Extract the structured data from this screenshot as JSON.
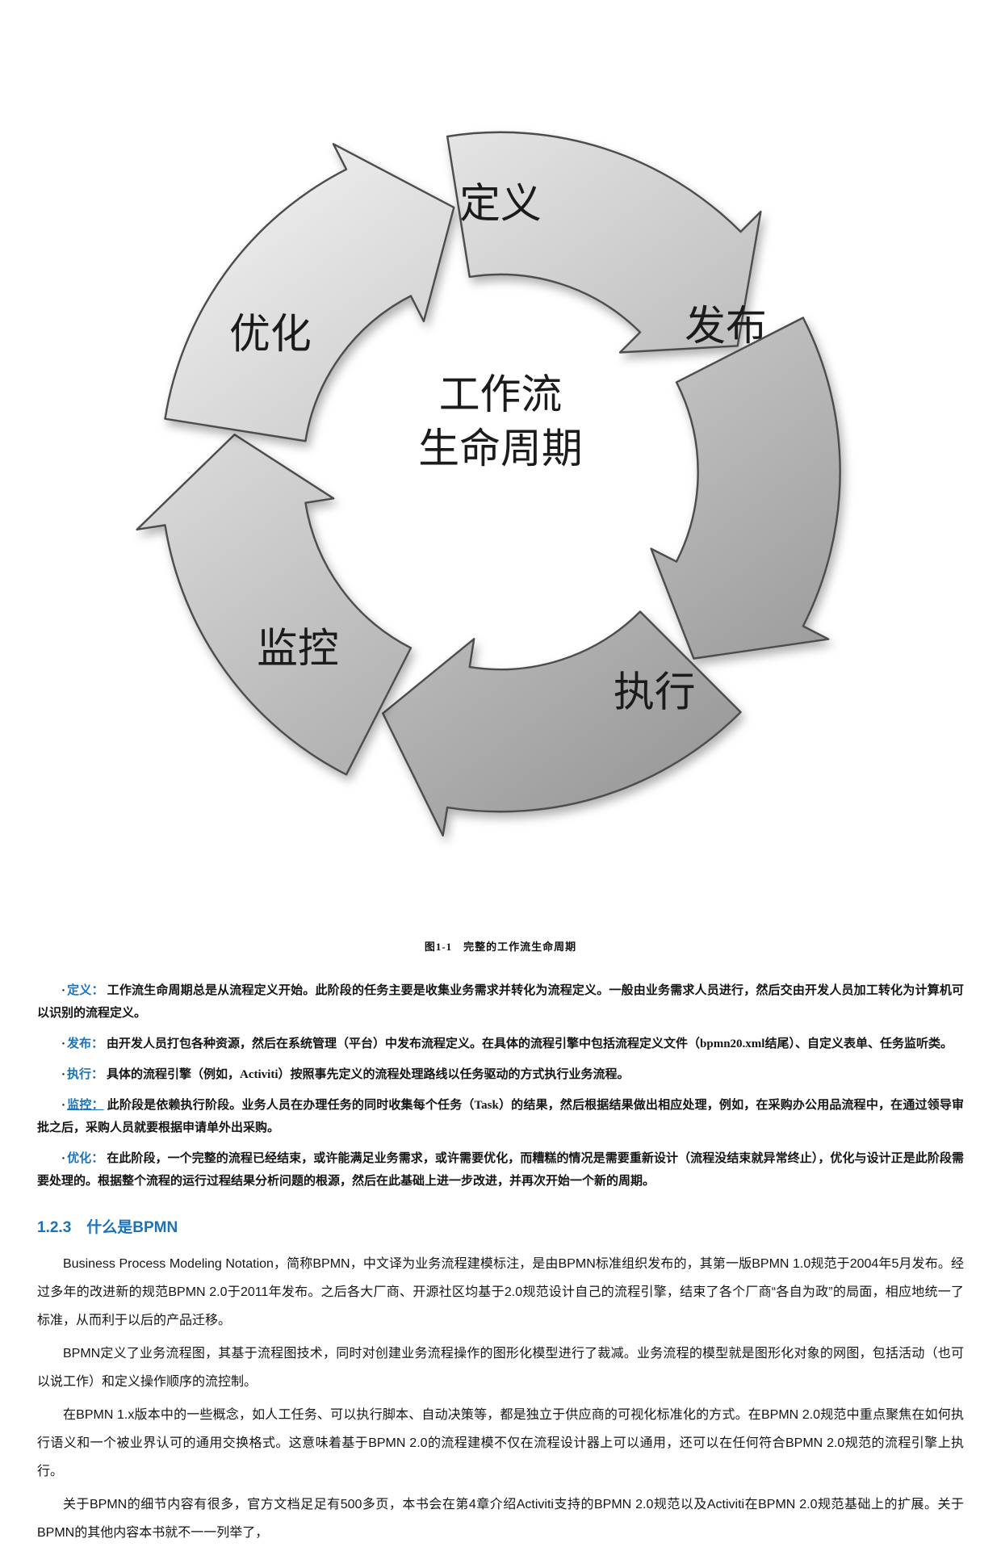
{
  "colors": {
    "accent_blue": "#1b72b8",
    "arrow_light": "#f5f5f5",
    "arrow_mid": "#c2c2c2",
    "arrow_dark": "#8e8e8e",
    "arrow_outline": "#4d4d4d"
  },
  "figure": {
    "caption": "图1-1　完整的工作流生命周期",
    "center_lines": [
      "工作流",
      "生命周期"
    ],
    "nodes": [
      "定义",
      "发布",
      "执行",
      "监控",
      "优化"
    ]
  },
  "bullet_marker": "·",
  "bullets": [
    {
      "term": "定义：",
      "text": "工作流生命周期总是从流程定义开始。此阶段的任务主要是收集业务需求并转化为流程定义。一般由业务需求人员进行，然后交由开发人员加工转化为计算机可以识别的流程定义。"
    },
    {
      "term": "发布：",
      "text": "由开发人员打包各种资源，然后在系统管理（平台）中发布流程定义。在具体的流程引擎中包括流程定义文件（bpmn20.xml结尾）、自定义表单、任务监听类。"
    },
    {
      "term": "执行：",
      "text": "具体的流程引擎（例如，Activiti）按照事先定义的流程处理路线以任务驱动的方式执行业务流程。"
    },
    {
      "term": "监控：",
      "text": "此阶段是依赖执行阶段。业务人员在办理任务的同时收集每个任务（Task）的结果，然后根据结果做出相应处理，例如，在采购办公用品流程中，在通过领导审批之后，采购人员就要根据申请单外出采购。"
    },
    {
      "term": "优化：",
      "text": "在此阶段，一个完整的流程已经结束，或许能满足业务需求，或许需要优化，而糟糕的情况是需要重新设计（流程没结束就异常终止），优化与设计正是此阶段需要处理的。根据整个流程的运行过程结果分析问题的根源，然后在此基础上进一步改进，并再次开始一个新的周期。"
    }
  ],
  "section": {
    "heading": "1.2.3　什么是BPMN",
    "paragraphs": [
      "Business Process Modeling Notation，简称BPMN，中文译为业务流程建模标注，是由BPMN标准组织发布的，其第一版BPMN 1.0规范于2004年5月发布。经过多年的改进新的规范BPMN 2.0于2011年发布。之后各大厂商、开源社区均基于2.0规范设计自己的流程引擎，结束了各个厂商“各自为政”的局面，相应地统一了标准，从而利于以后的产品迁移。",
      "BPMN定义了业务流程图，其基于流程图技术，同时对创建业务流程操作的图形化模型进行了裁减。业务流程的模型就是图形化对象的网图，包括活动（也可以说工作）和定义操作顺序的流控制。",
      "在BPMN 1.x版本中的一些概念，如人工任务、可以执行脚本、自动决策等，都是独立于供应商的可视化标准化的方式。在BPMN 2.0规范中重点聚焦在如何执行语义和一个被业界认可的通用交换格式。这意味着基于BPMN 2.0的流程建模不仅在流程设计器上可以通用，还可以在任何符合BPMN 2.0规范的流程引擎上执行。",
      "关于BPMN的细节内容有很多，官方文档足足有500多页，本书会在第4章介绍Activiti支持的BPMN 2.0规范以及Activiti在BPMN 2.0规范基础上的扩展。关于BPMN的其他内容本书就不一一列举了，"
    ]
  }
}
